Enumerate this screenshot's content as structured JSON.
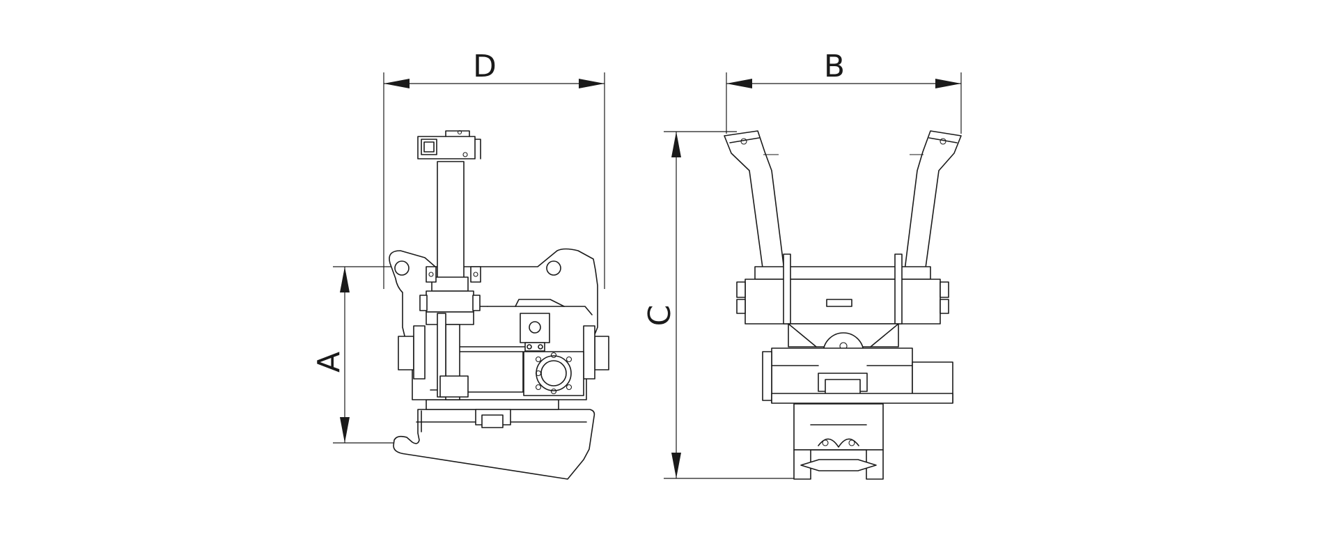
{
  "dimensions": {
    "a": {
      "label": "A"
    },
    "b": {
      "label": "B"
    },
    "c": {
      "label": "C"
    },
    "d": {
      "label": "D"
    }
  }
}
